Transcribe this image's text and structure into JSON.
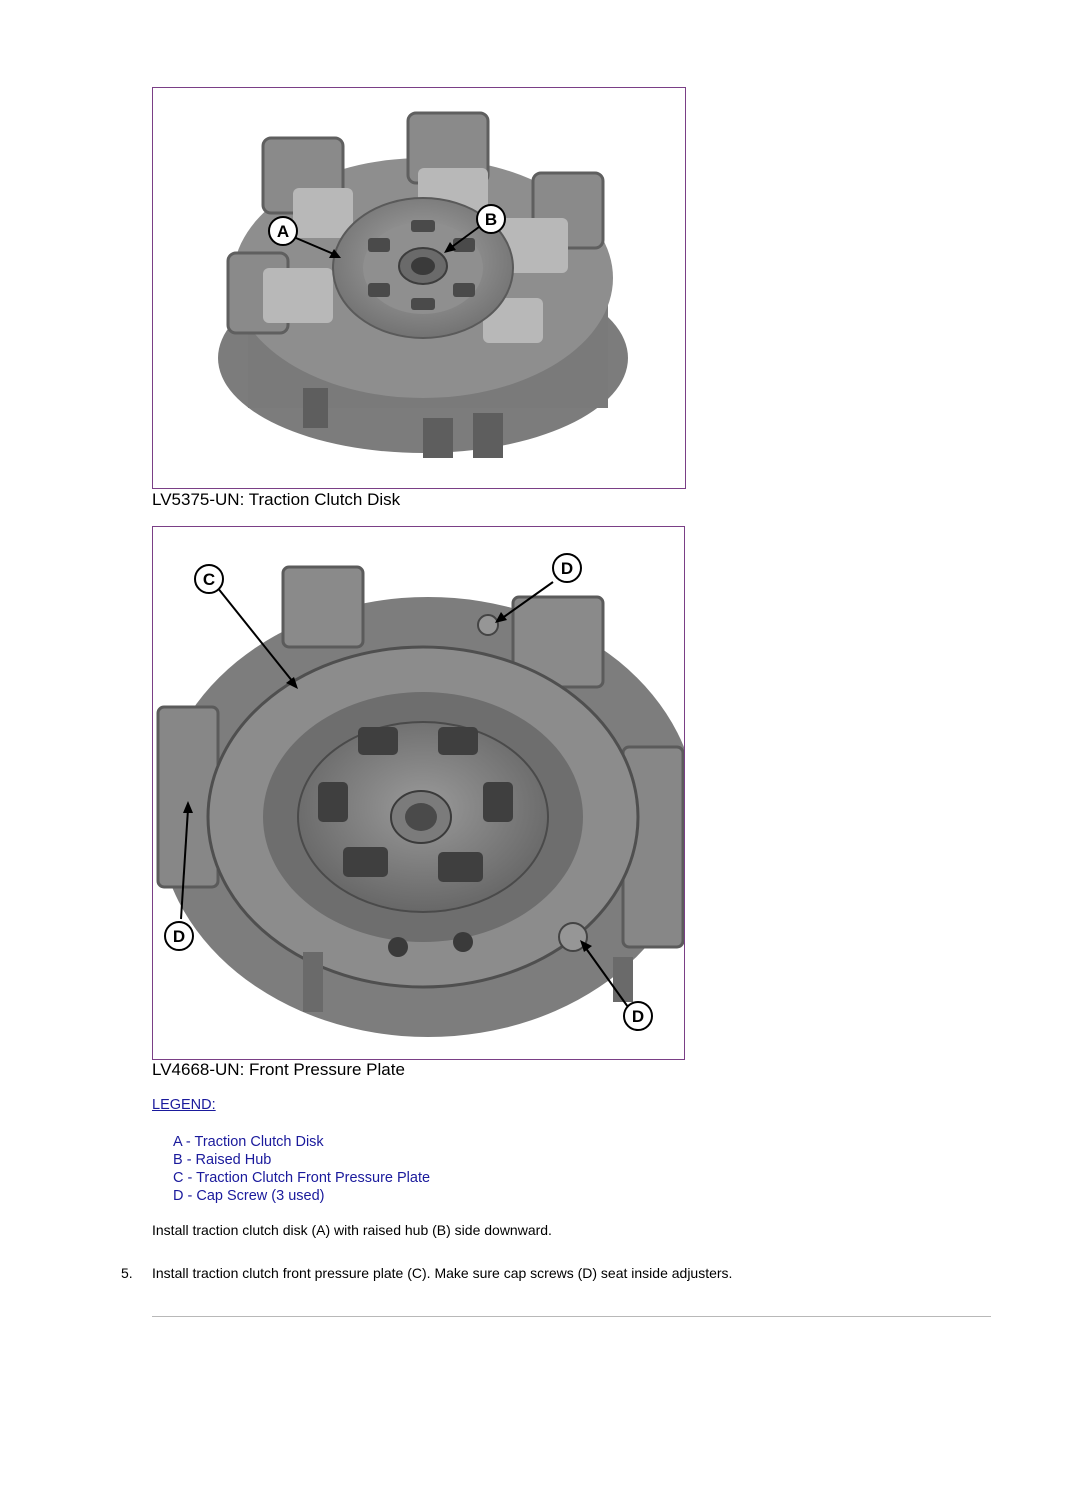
{
  "figures": [
    {
      "caption": "LV5375-UN: Traction Clutch Disk",
      "callouts": [
        "A",
        "B"
      ]
    },
    {
      "caption": "LV4668-UN: Front Pressure Plate",
      "callouts": [
        "C",
        "D",
        "D",
        "D"
      ]
    }
  ],
  "legend": {
    "title": "LEGEND:",
    "items": [
      "A - Traction Clutch Disk",
      "B - Raised Hub",
      "C - Traction Clutch Front Pressure Plate",
      "D - Cap Screw (3 used)"
    ]
  },
  "steps": {
    "pre_text": "Install traction clutch disk (A) with raised hub (B) side downward.",
    "step5_number": "5.",
    "step5_text": "Install traction clutch front pressure plate (C). Make sure cap screws (D) seat inside adjusters."
  },
  "colors": {
    "legend_text": "#1a1a9c",
    "figure_border": "#7a3f86"
  }
}
